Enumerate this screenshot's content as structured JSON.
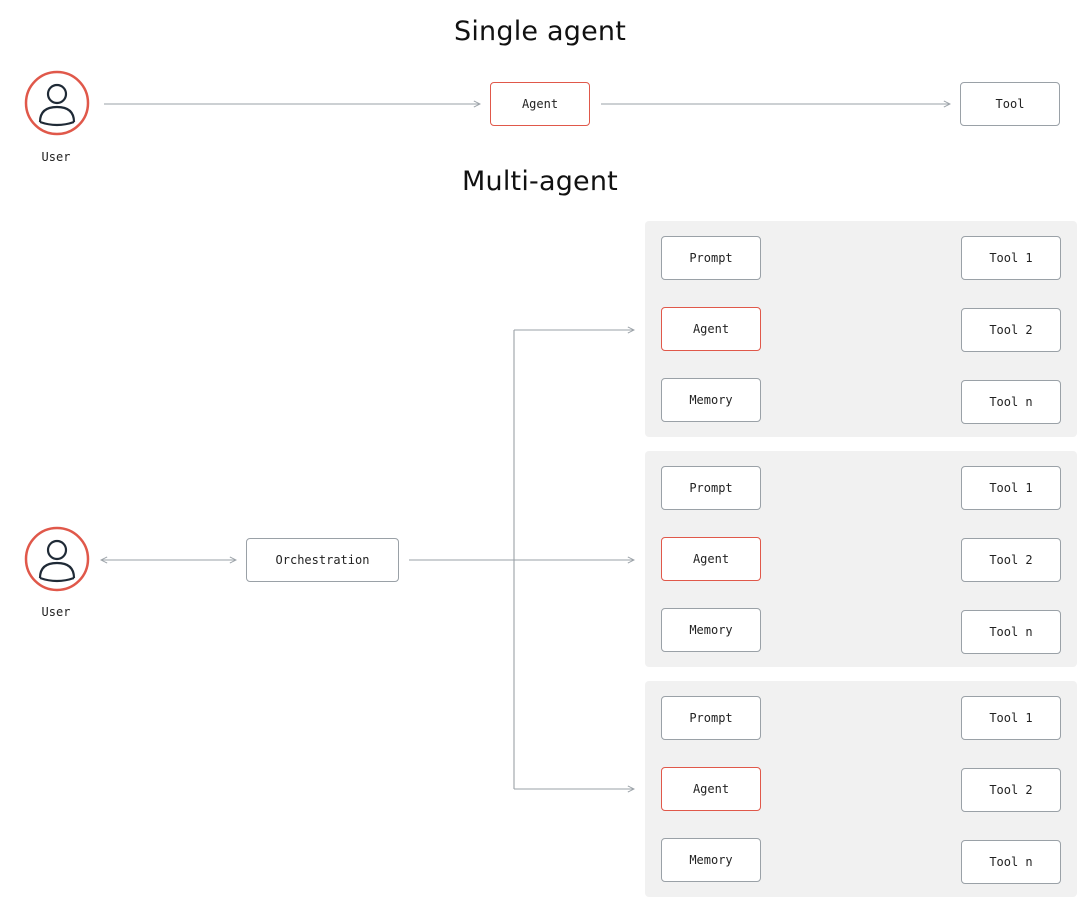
{
  "single": {
    "title": "Single agent",
    "user_label": "User",
    "agent_label": "Agent",
    "tool_label": "Tool"
  },
  "multi": {
    "title": "Multi-agent",
    "user_label": "User",
    "orchestration_label": "Orchestration",
    "groups": [
      {
        "prompt": "Prompt",
        "agent": "Agent",
        "memory": "Memory",
        "tools": [
          "Tool 1",
          "Tool 2",
          "Tool n"
        ]
      },
      {
        "prompt": "Prompt",
        "agent": "Agent",
        "memory": "Memory",
        "tools": [
          "Tool 1",
          "Tool 2",
          "Tool n"
        ]
      },
      {
        "prompt": "Prompt",
        "agent": "Agent",
        "memory": "Memory",
        "tools": [
          "Tool 1",
          "Tool 2",
          "Tool n"
        ]
      }
    ]
  },
  "colors": {
    "accent": "#e0584a",
    "line": "#9aa1a7",
    "panel": "#f1f1f1",
    "icon_stroke": "#1f2a36"
  }
}
